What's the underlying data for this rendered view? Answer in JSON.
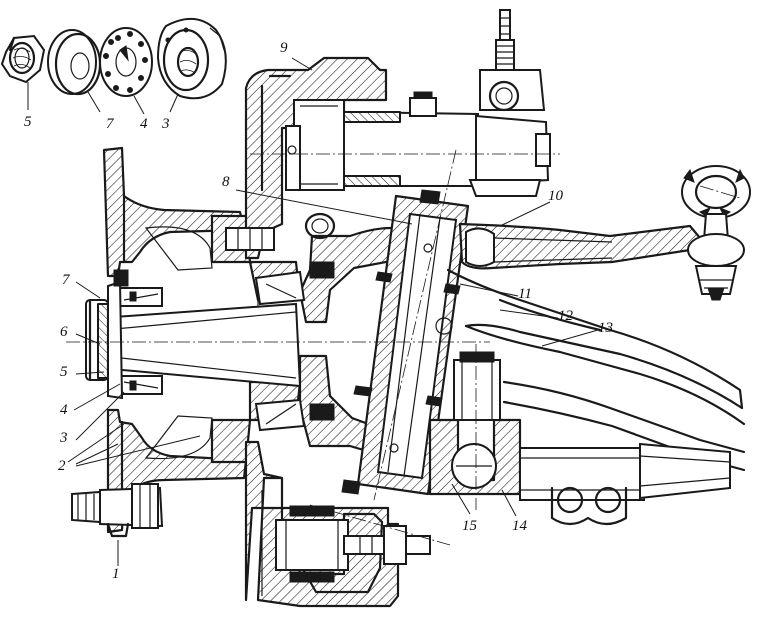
{
  "colors": {
    "ink": "#1a1a1a",
    "paper": "#ffffff"
  },
  "labels": {
    "l1": "1",
    "l2": "2",
    "l3": "3",
    "l3b": "3",
    "l4": "4",
    "l4b": "4",
    "l5": "5",
    "l5b": "5",
    "l6": "6",
    "l7": "7",
    "l7b": "7",
    "l8": "8",
    "l9": "9",
    "l10": "10",
    "l11": "11",
    "l12": "12",
    "l13": "13",
    "l14": "14",
    "l15": "15"
  }
}
